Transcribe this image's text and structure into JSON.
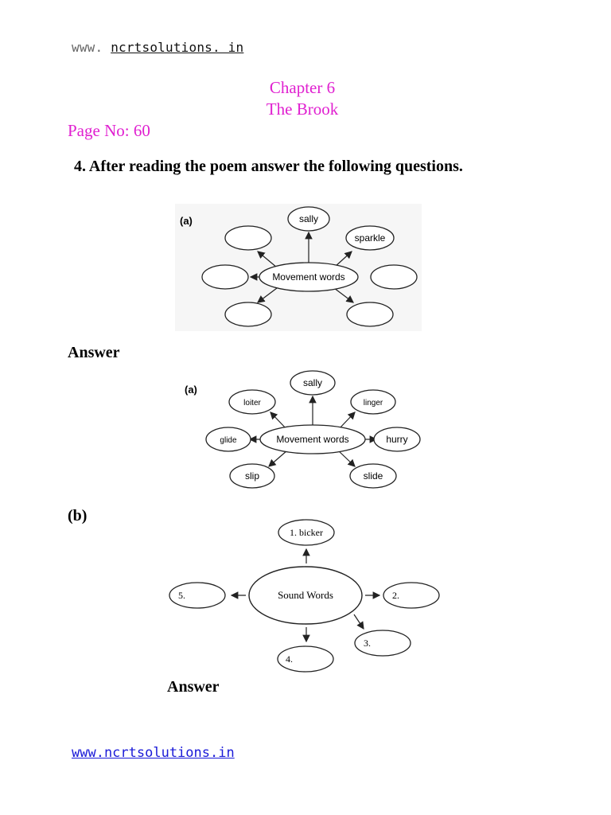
{
  "header": {
    "site_prefix": "www.",
    "site_name": "ncrtsolutions. in"
  },
  "chapter": {
    "number": "Chapter 6",
    "title": "The Brook"
  },
  "page_no": "Page No: 60",
  "question": "4. After reading the poem answer the following questions.",
  "diagram_a": {
    "label": "(a)",
    "center": "Movement words",
    "filled_words": [
      "sally",
      "sparkle"
    ]
  },
  "answer_label": "Answer",
  "answer_a": {
    "label": "(a)",
    "center": "Movement words",
    "words": [
      "sally",
      "loiter",
      "linger",
      "glide",
      "hurry",
      "slip",
      "slide"
    ]
  },
  "part_b_label": "(b)",
  "diagram_b": {
    "center": "Sound Words",
    "items": [
      "1. bicker",
      "2.",
      "3.",
      "4.",
      "5."
    ]
  },
  "answer_b_label": "Answer",
  "footer": {
    "site": "www.ncrtsolutions.in"
  }
}
